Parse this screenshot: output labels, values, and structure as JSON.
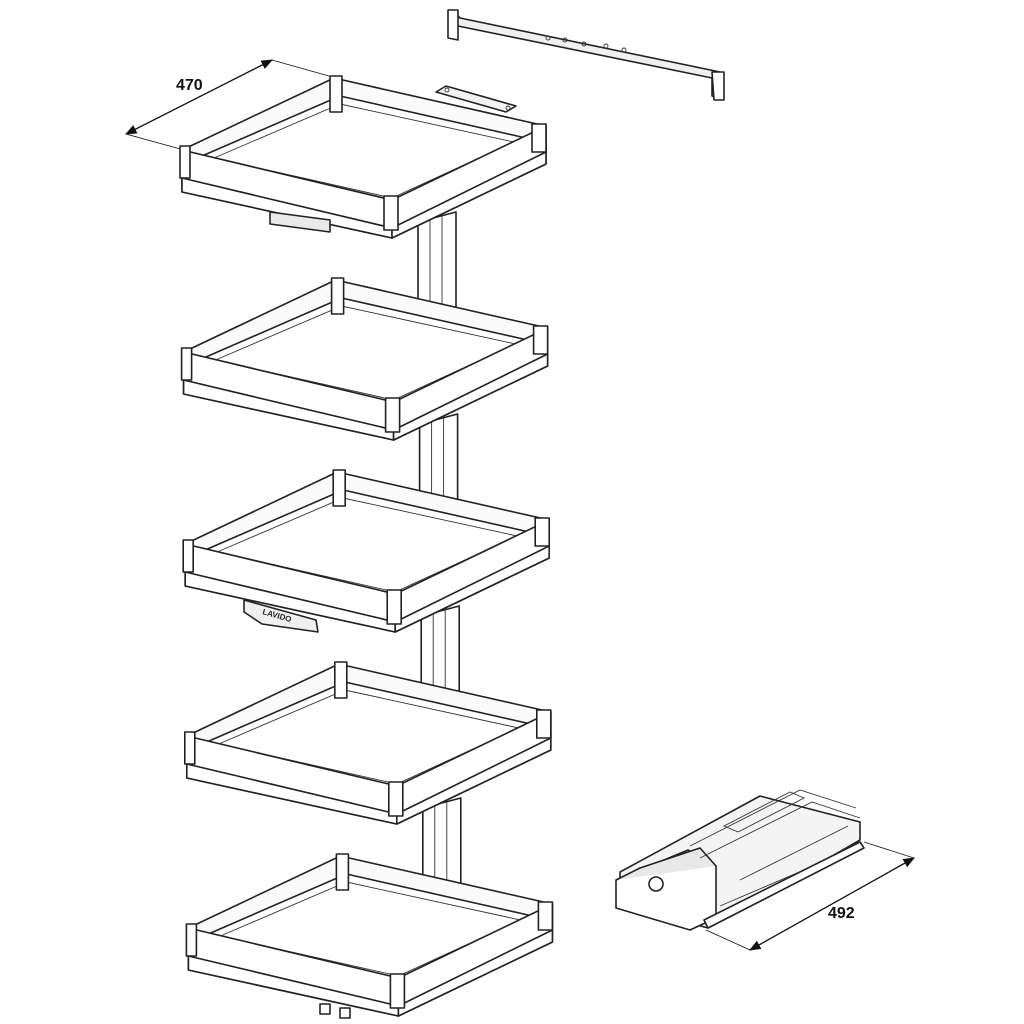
{
  "dimensions": {
    "width_label": "470",
    "depth_label": "492"
  },
  "brand_label": "LAVIDO",
  "tray_count": 5,
  "colors": {
    "line": "#222222",
    "background": "#ffffff",
    "bracket_fill": "#e6e6e6"
  },
  "icons": {
    "top_bracket": "wall-bracket-icon",
    "drawer_unit": "pull-out-drawer-icon"
  }
}
